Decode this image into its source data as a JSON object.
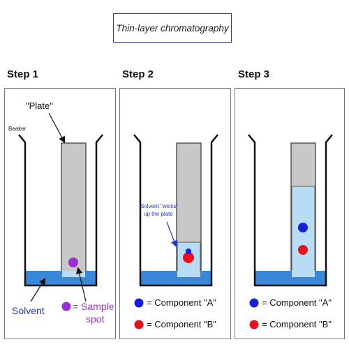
{
  "title": "Thin-layer chromatography",
  "steps": [
    {
      "label": "Step 1"
    },
    {
      "label": "Step 2"
    },
    {
      "label": "Step 3"
    }
  ],
  "step1": {
    "plate_label": "\"Plate\"",
    "beaker_label": "Beaker",
    "solvent_label": "Solvent",
    "sample_label_line1": "= Sample",
    "sample_label_line2": "spot"
  },
  "step2": {
    "annotation_line1": "Solvent \"wicks\"",
    "annotation_line2": "up the plate"
  },
  "legend": {
    "component_a": "= Component \"A\"",
    "component_b": "= Component \"B\""
  },
  "colors": {
    "title_border": "#2e3a8c",
    "plate": "#c8c8c8",
    "solvent": "#3a86d8",
    "wet_plate": "#b9dcf5",
    "component_a": "#1520d8",
    "component_b": "#e8121e",
    "sample": "#9b30d0"
  }
}
